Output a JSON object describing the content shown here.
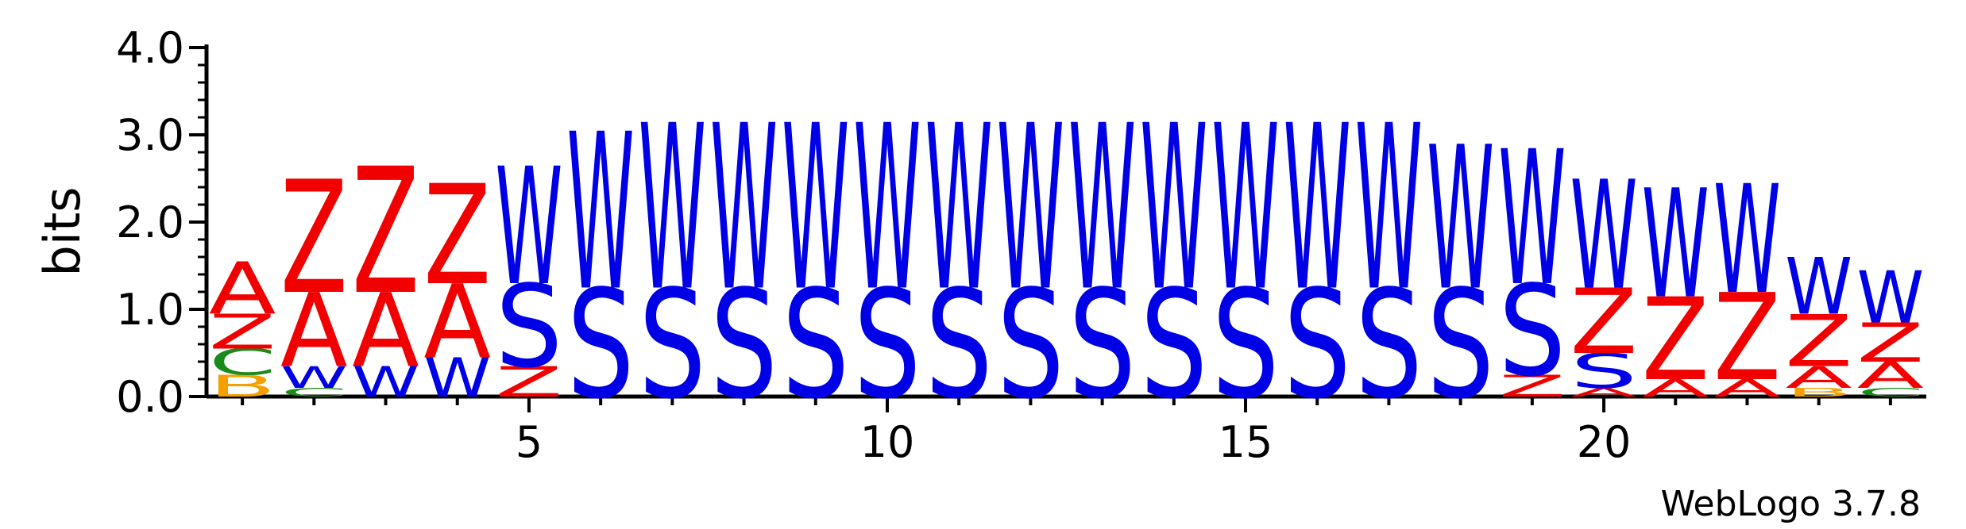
{
  "chart_data": {
    "type": "sequence-logo",
    "ylabel": "bits",
    "ylim": [
      0,
      4.0
    ],
    "y_ticks": [
      "0.0",
      "1.0",
      "2.0",
      "3.0",
      "4.0"
    ],
    "x_ticks": [
      5,
      10,
      15,
      20
    ],
    "positions": 24,
    "footer": "WebLogo 3.7.8",
    "colors": {
      "A": "#f20000",
      "Z": "#f20000",
      "W": "#0000e6",
      "S": "#0000e6",
      "C": "#1a8a1a",
      "B": "#f5a000"
    },
    "columns": [
      {
        "pos": 1,
        "stack": [
          {
            "letter": "B",
            "height": 0.25
          },
          {
            "letter": "C",
            "height": 0.3
          },
          {
            "letter": "Z",
            "height": 0.4
          },
          {
            "letter": "A",
            "height": 0.6
          }
        ]
      },
      {
        "pos": 2,
        "stack": [
          {
            "letter": "C",
            "height": 0.1
          },
          {
            "letter": "W",
            "height": 0.25
          },
          {
            "letter": "A",
            "height": 0.85
          },
          {
            "letter": "Z",
            "height": 1.3
          }
        ]
      },
      {
        "pos": 3,
        "stack": [
          {
            "letter": "W",
            "height": 0.35
          },
          {
            "letter": "A",
            "height": 0.85
          },
          {
            "letter": "Z",
            "height": 1.45
          }
        ]
      },
      {
        "pos": 4,
        "stack": [
          {
            "letter": "W",
            "height": 0.45
          },
          {
            "letter": "A",
            "height": 0.85
          },
          {
            "letter": "Z",
            "height": 1.15
          }
        ]
      },
      {
        "pos": 5,
        "stack": [
          {
            "letter": "Z",
            "height": 0.35
          },
          {
            "letter": "S",
            "height": 0.95
          },
          {
            "letter": "W",
            "height": 1.35
          }
        ]
      },
      {
        "pos": 6,
        "stack": [
          {
            "letter": "S",
            "height": 1.25
          },
          {
            "letter": "W",
            "height": 1.8
          }
        ]
      },
      {
        "pos": 7,
        "stack": [
          {
            "letter": "S",
            "height": 1.25
          },
          {
            "letter": "W",
            "height": 1.9
          }
        ]
      },
      {
        "pos": 8,
        "stack": [
          {
            "letter": "S",
            "height": 1.25
          },
          {
            "letter": "W",
            "height": 1.9
          }
        ]
      },
      {
        "pos": 9,
        "stack": [
          {
            "letter": "S",
            "height": 1.25
          },
          {
            "letter": "W",
            "height": 1.9
          }
        ]
      },
      {
        "pos": 10,
        "stack": [
          {
            "letter": "S",
            "height": 1.25
          },
          {
            "letter": "W",
            "height": 1.9
          }
        ]
      },
      {
        "pos": 11,
        "stack": [
          {
            "letter": "S",
            "height": 1.25
          },
          {
            "letter": "W",
            "height": 1.9
          }
        ]
      },
      {
        "pos": 12,
        "stack": [
          {
            "letter": "S",
            "height": 1.25
          },
          {
            "letter": "W",
            "height": 1.9
          }
        ]
      },
      {
        "pos": 13,
        "stack": [
          {
            "letter": "S",
            "height": 1.25
          },
          {
            "letter": "W",
            "height": 1.9
          }
        ]
      },
      {
        "pos": 14,
        "stack": [
          {
            "letter": "S",
            "height": 1.25
          },
          {
            "letter": "W",
            "height": 1.9
          }
        ]
      },
      {
        "pos": 15,
        "stack": [
          {
            "letter": "S",
            "height": 1.25
          },
          {
            "letter": "W",
            "height": 1.9
          }
        ]
      },
      {
        "pos": 16,
        "stack": [
          {
            "letter": "S",
            "height": 1.25
          },
          {
            "letter": "W",
            "height": 1.9
          }
        ]
      },
      {
        "pos": 17,
        "stack": [
          {
            "letter": "S",
            "height": 1.25
          },
          {
            "letter": "W",
            "height": 1.9
          }
        ]
      },
      {
        "pos": 18,
        "stack": [
          {
            "letter": "S",
            "height": 1.25
          },
          {
            "letter": "W",
            "height": 1.65
          }
        ]
      },
      {
        "pos": 19,
        "stack": [
          {
            "letter": "Z",
            "height": 0.25
          },
          {
            "letter": "S",
            "height": 1.05
          },
          {
            "letter": "W",
            "height": 1.55
          }
        ]
      },
      {
        "pos": 20,
        "stack": [
          {
            "letter": "A",
            "height": 0.1
          },
          {
            "letter": "S",
            "height": 0.4
          },
          {
            "letter": "Z",
            "height": 0.75
          },
          {
            "letter": "W",
            "height": 1.25
          }
        ]
      },
      {
        "pos": 21,
        "stack": [
          {
            "letter": "A",
            "height": 0.2
          },
          {
            "letter": "Z",
            "height": 0.95
          },
          {
            "letter": "W",
            "height": 1.25
          }
        ]
      },
      {
        "pos": 22,
        "stack": [
          {
            "letter": "A",
            "height": 0.2
          },
          {
            "letter": "Z",
            "height": 1.0
          },
          {
            "letter": "W",
            "height": 1.25
          }
        ]
      },
      {
        "pos": 23,
        "stack": [
          {
            "letter": "B",
            "height": 0.1
          },
          {
            "letter": "A",
            "height": 0.25
          },
          {
            "letter": "Z",
            "height": 0.6
          },
          {
            "letter": "W",
            "height": 0.65
          }
        ]
      },
      {
        "pos": 24,
        "stack": [
          {
            "letter": "C",
            "height": 0.1
          },
          {
            "letter": "A",
            "height": 0.3
          },
          {
            "letter": "Z",
            "height": 0.45
          },
          {
            "letter": "W",
            "height": 0.6
          }
        ]
      }
    ]
  }
}
